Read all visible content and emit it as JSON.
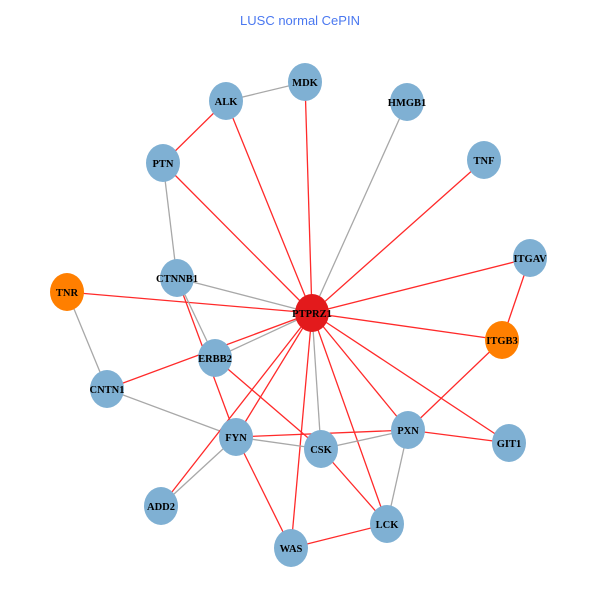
{
  "title": "LUSC normal CePIN",
  "colors": {
    "blue": "#7fb0d3",
    "orange": "#ff7f00",
    "red": "#e31a1c",
    "edge_red": "#ff2a2a",
    "edge_gray": "#a8a8a8"
  },
  "nodes": [
    {
      "id": "PTPRZ1",
      "type": "red"
    },
    {
      "id": "MDK",
      "type": "blue"
    },
    {
      "id": "ALK",
      "type": "blue"
    },
    {
      "id": "HMGB1",
      "type": "blue"
    },
    {
      "id": "TNF",
      "type": "blue"
    },
    {
      "id": "PTN",
      "type": "blue"
    },
    {
      "id": "ITGAV",
      "type": "blue"
    },
    {
      "id": "CTNNB1",
      "type": "blue"
    },
    {
      "id": "TNR",
      "type": "orange"
    },
    {
      "id": "ITGB3",
      "type": "orange"
    },
    {
      "id": "ERBB2",
      "type": "blue"
    },
    {
      "id": "CNTN1",
      "type": "blue"
    },
    {
      "id": "PXN",
      "type": "blue"
    },
    {
      "id": "GIT1",
      "type": "blue"
    },
    {
      "id": "FYN",
      "type": "blue"
    },
    {
      "id": "CSK",
      "type": "blue"
    },
    {
      "id": "ADD2",
      "type": "blue"
    },
    {
      "id": "LCK",
      "type": "blue"
    },
    {
      "id": "WAS",
      "type": "blue"
    }
  ],
  "edges": [
    [
      "ALK",
      "MDK",
      "gray"
    ],
    [
      "ALK",
      "PTN",
      "red"
    ],
    [
      "ALK",
      "PTPRZ1",
      "red"
    ],
    [
      "MDK",
      "PTPRZ1",
      "red"
    ],
    [
      "HMGB1",
      "PTPRZ1",
      "gray"
    ],
    [
      "TNF",
      "PTPRZ1",
      "red"
    ],
    [
      "PTN",
      "PTPRZ1",
      "red"
    ],
    [
      "PTN",
      "CTNNB1",
      "gray"
    ],
    [
      "ITGAV",
      "PTPRZ1",
      "red"
    ],
    [
      "ITGAV",
      "ITGB3",
      "red"
    ],
    [
      "CTNNB1",
      "PTPRZ1",
      "gray"
    ],
    [
      "TNR",
      "PTPRZ1",
      "red"
    ],
    [
      "TNR",
      "CNTN1",
      "gray"
    ],
    [
      "CTNNB1",
      "ERBB2",
      "gray"
    ],
    [
      "CTNNB1",
      "FYN",
      "red"
    ],
    [
      "ITGB3",
      "PTPRZ1",
      "red"
    ],
    [
      "ITGB3",
      "PXN",
      "red"
    ],
    [
      "ERBB2",
      "PTPRZ1",
      "gray"
    ],
    [
      "CNTN1",
      "PTPRZ1",
      "red"
    ],
    [
      "ERBB2",
      "CSK",
      "red"
    ],
    [
      "CNTN1",
      "FYN",
      "gray"
    ],
    [
      "PTPRZ1",
      "FYN",
      "red"
    ],
    [
      "PTPRZ1",
      "ADD2",
      "red"
    ],
    [
      "ADD2",
      "FYN",
      "gray"
    ],
    [
      "PTPRZ1",
      "WAS",
      "red"
    ],
    [
      "PTPRZ1",
      "CSK",
      "gray"
    ],
    [
      "PTPRZ1",
      "LCK",
      "red"
    ],
    [
      "PTPRZ1",
      "PXN",
      "red"
    ],
    [
      "PTPRZ1",
      "GIT1",
      "red"
    ],
    [
      "FYN",
      "PXN",
      "red"
    ],
    [
      "FYN",
      "CSK",
      "gray"
    ],
    [
      "CSK",
      "PXN",
      "gray"
    ],
    [
      "PXN",
      "GIT1",
      "red"
    ],
    [
      "PXN",
      "LCK",
      "gray"
    ],
    [
      "CSK",
      "LCK",
      "red"
    ],
    [
      "FYN",
      "WAS",
      "red"
    ],
    [
      "WAS",
      "LCK",
      "red"
    ]
  ]
}
